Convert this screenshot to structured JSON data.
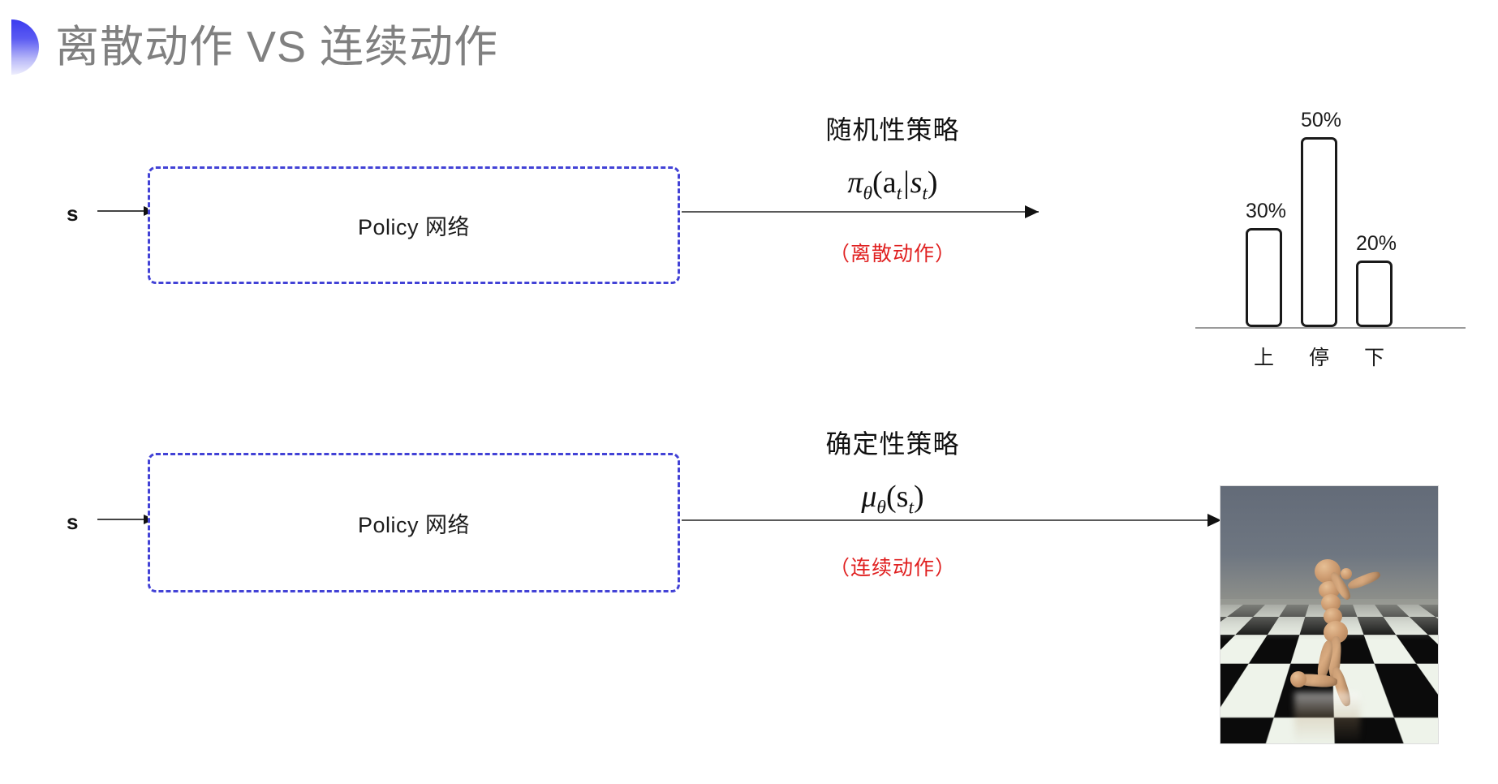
{
  "slide": {
    "title": "离散动作 VS 连续动作",
    "background": "#ffffff",
    "title_color": "#808080",
    "accent_color": "#3b3bef",
    "note_color": "#e02020",
    "box_border_color": "#4242d6"
  },
  "rows": [
    {
      "id": "discrete",
      "input_label": "s",
      "box_label": "Policy 网络",
      "annotation": {
        "title": "随机性策略",
        "formula_main": "π",
        "formula_theta": "θ",
        "formula_args": "(a",
        "formula_sub1": "t",
        "formula_bar": "|s",
        "formula_sub2": "t",
        "formula_close": ")",
        "note": "（离散动作）"
      }
    },
    {
      "id": "continuous",
      "input_label": "s",
      "box_label": "Policy 网络",
      "annotation": {
        "title": "确定性策略",
        "formula_main": "μ",
        "formula_theta": "θ",
        "formula_args": "(s",
        "formula_sub1": "t",
        "formula_bar": "",
        "formula_sub2": "",
        "formula_close": ")",
        "note": "（连续动作）"
      }
    }
  ],
  "chart_data": {
    "type": "bar",
    "title": "",
    "categories": [
      "上",
      "停",
      "下"
    ],
    "values": [
      30,
      50,
      20
    ],
    "value_labels": [
      "30%",
      "50%",
      "20%"
    ],
    "ylabel": "",
    "xlabel": "",
    "ylim": [
      0,
      60
    ],
    "grid": false,
    "legend": "none",
    "bar_fill": "#ffffff",
    "bar_stroke": "#1a1a1a",
    "axis_color": "#9a9a9a"
  },
  "humanoid": {
    "caption": "",
    "alt": "MuJoCo humanoid kneeling on checkerboard floor",
    "sky_color": "#6d7581",
    "floor_light": "#eef3ea",
    "floor_dark": "#0b0b0b",
    "body_color": "#cf9e73"
  }
}
